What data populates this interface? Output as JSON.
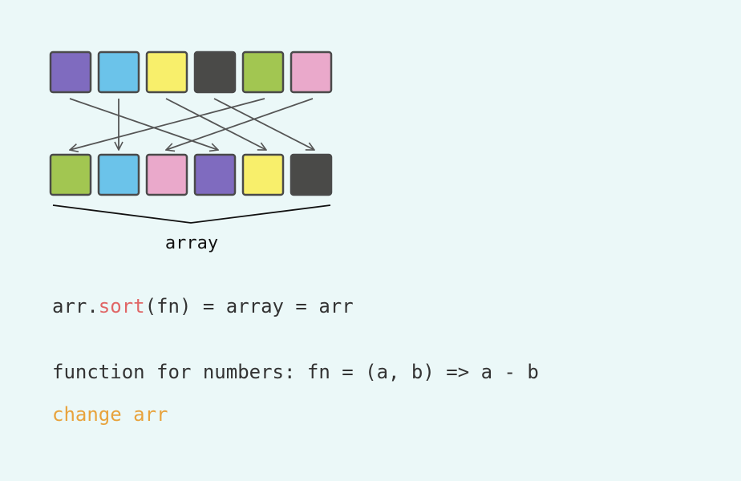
{
  "diagram": {
    "before": [
      {
        "color": "#7f6bbf",
        "name": "purple"
      },
      {
        "color": "#6bc3ea",
        "name": "blue"
      },
      {
        "color": "#f8ef6b",
        "name": "yellow"
      },
      {
        "color": "#4a4a48",
        "name": "dark"
      },
      {
        "color": "#a2c651",
        "name": "green"
      },
      {
        "color": "#eaa9cb",
        "name": "pink"
      }
    ],
    "after": [
      {
        "color": "#a2c651",
        "name": "green"
      },
      {
        "color": "#6bc3ea",
        "name": "blue"
      },
      {
        "color": "#eaa9cb",
        "name": "pink"
      },
      {
        "color": "#7f6bbf",
        "name": "purple"
      },
      {
        "color": "#f8ef6b",
        "name": "yellow"
      },
      {
        "color": "#4a4a48",
        "name": "dark"
      }
    ],
    "mapping": [
      [
        0,
        3
      ],
      [
        1,
        1
      ],
      [
        2,
        4
      ],
      [
        3,
        5
      ],
      [
        4,
        0
      ],
      [
        5,
        2
      ]
    ],
    "brace_label": "array",
    "border_color": "#4a4a4a",
    "arrow_color": "#555555"
  },
  "code": {
    "line1": {
      "prefix": "arr.",
      "method": "sort",
      "suffix": "(fn) = array = arr"
    },
    "line2": "function for numbers: fn = (a, b) => a - b",
    "line3": "change arr"
  },
  "colors": {
    "background": "#ebf8f8",
    "text": "#333333",
    "method": "#e06666",
    "note": "#e8a33d"
  }
}
